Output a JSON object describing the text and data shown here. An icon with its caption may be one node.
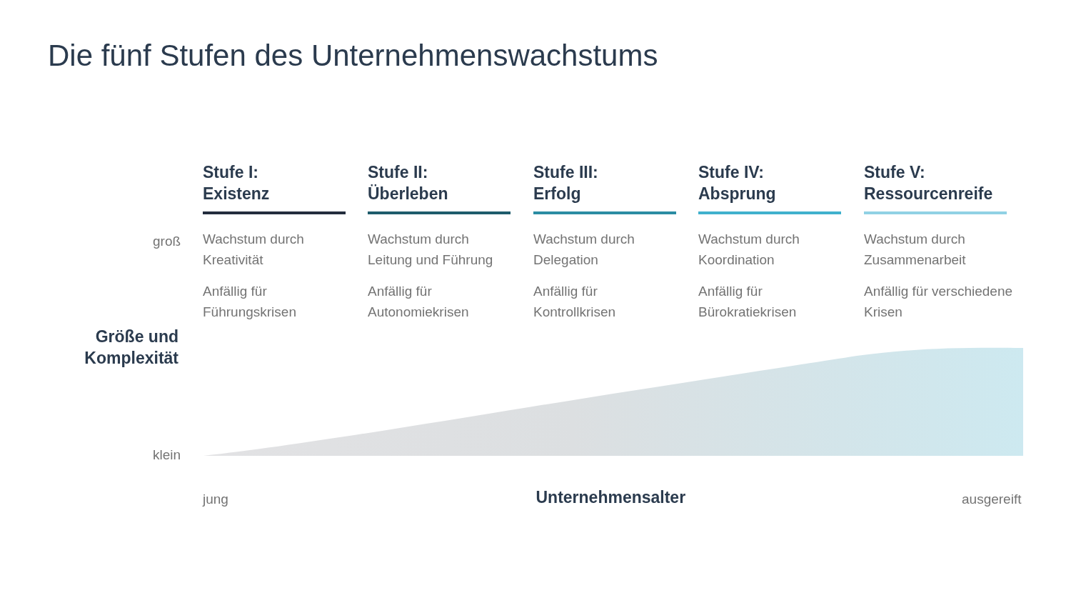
{
  "diagram": {
    "title": "Die fünf Stufen des Unternehmenswachstums",
    "labels": [
      "Stufe I: Existenz",
      "Stufe II: Überleben",
      "Stufe III: Erfolg",
      "Stufe IV: Absprung",
      "Stufe V: Ressourcenreife",
      "groß",
      "Wachstum durch Kreativität",
      "Wachstum durch Leitung und Führung",
      "Wachstum durch Delegation",
      "Wachstum durch Koordination",
      "Wachstum durch Zusammenarbeit",
      "Anfällig für Führungskrisen",
      "Anfällig für Autonomiekrisen",
      "Anfällig für Kontrollkrisen",
      "Anfällig für Bürokratiekrisen",
      "Anfällig für verschiedene Krisen",
      "Größe und Komplexität",
      "klein",
      "jung",
      "Unternehmensalter",
      "ausgereift"
    ]
  }
}
